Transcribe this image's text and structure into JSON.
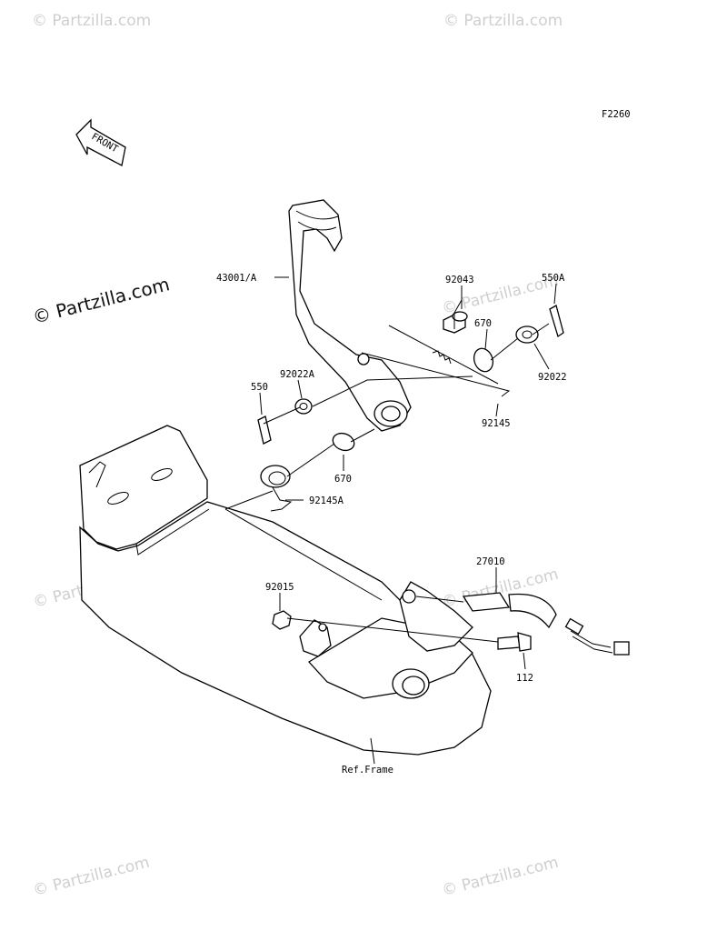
{
  "diagram": {
    "code": "F2260",
    "front_arrow_text": "FRONT",
    "watermark_main": "© Partzilla.com",
    "watermark_faint": "© Partzilla.com",
    "labels": {
      "p43001a": "43001/A",
      "p92043": "92043",
      "p550a": "550A",
      "p670_top": "670",
      "p92022": "92022",
      "p92022a": "92022A",
      "p550": "550",
      "p92145": "92145",
      "p670_bottom": "670",
      "p92145a": "92145A",
      "p27010": "27010",
      "p92015": "92015",
      "p112": "112",
      "ref_frame": "Ref.Frame"
    }
  }
}
